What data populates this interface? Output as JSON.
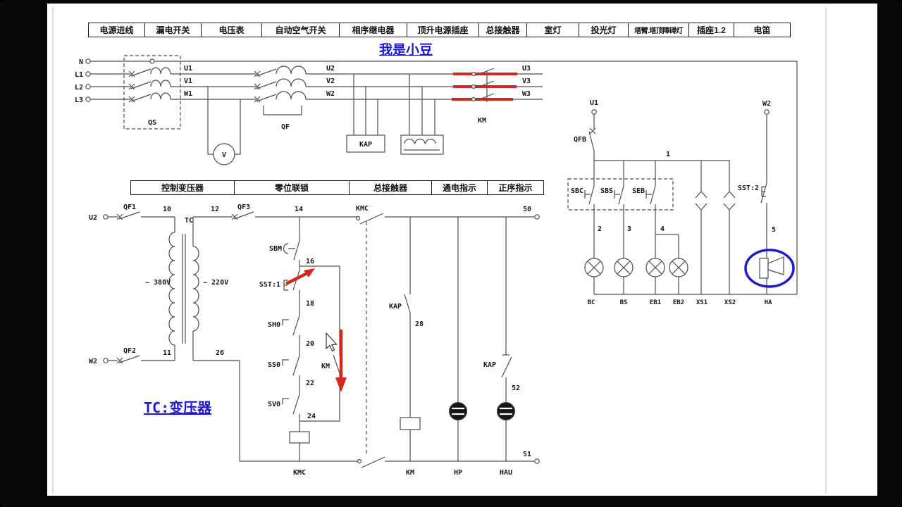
{
  "legend_top": {
    "cells": [
      "电源进线",
      "漏电开关",
      "电压表",
      "自动空气开关",
      "相序继电器",
      "顶升电源插座",
      "总接触器",
      "室灯",
      "投光灯",
      "塔臂.塔顶障碍灯",
      "插座1.2",
      "电笛"
    ]
  },
  "legend_mid": {
    "cells": [
      "控制变压器",
      "零位联锁",
      "总接触器",
      "通电指示",
      "正序指示"
    ]
  },
  "watermark": "我是小豆",
  "tc_note": "TC:变压器",
  "colors": {
    "highlight_red": "#d3281e",
    "annotation_blue": "#1b18cf",
    "line_gray": "#4d4d4d"
  },
  "schematic": {
    "power": {
      "n": "N",
      "l1": "L1",
      "l2": "L2",
      "l3": "L3",
      "u1": "U1",
      "v1": "V1",
      "w1": "W1",
      "u2": "U2",
      "v2": "V2",
      "w2": "W2",
      "u3": "U3",
      "v3": "V3",
      "w3": "W3",
      "qs": "QS",
      "qf": "QF",
      "km": "KM",
      "kap": "KAP",
      "voltmeter": "V"
    },
    "transformer": {
      "u2": "U2",
      "w2": "W2",
      "qf1": "QF1",
      "qf2": "QF2",
      "qf3": "QF3",
      "w10": "10",
      "w11": "11",
      "w12": "12",
      "w26": "26",
      "tc": "TC",
      "primary": "~ 380V",
      "secondary": "~ 220V"
    },
    "chain": {
      "w14": "14",
      "sbm": "SBM",
      "w16": "16",
      "sst1": "SST:1",
      "w18": "18",
      "sh0": "SH0",
      "w20": "20",
      "ss0": "SS0",
      "w22": "22",
      "sv0": "SV0",
      "w24": "24",
      "kmc_coil": "KMC",
      "km_contact": "KM"
    },
    "relay": {
      "kmc": "KMC",
      "w50": "50",
      "w51": "51",
      "kap_no": "KAP",
      "w28": "28",
      "km_coil": "KM",
      "hp": "HP",
      "kap_nc": "KAP",
      "w52": "52",
      "hau": "HAU"
    },
    "lighting": {
      "u1": "U1",
      "qfb": "QFB",
      "bus1": "1",
      "sbc": "SBC",
      "sbs": "SBS",
      "seb": "SEB",
      "w2": "2",
      "w3": "3",
      "w4": "4",
      "bc": "BC",
      "bs": "BS",
      "eb1": "EB1",
      "eb2": "EB2",
      "xs1": "XS1",
      "xs2": "XS2",
      "w2t": "W2",
      "sst2": "SST:2",
      "w5": "5",
      "ha": "HA"
    }
  }
}
